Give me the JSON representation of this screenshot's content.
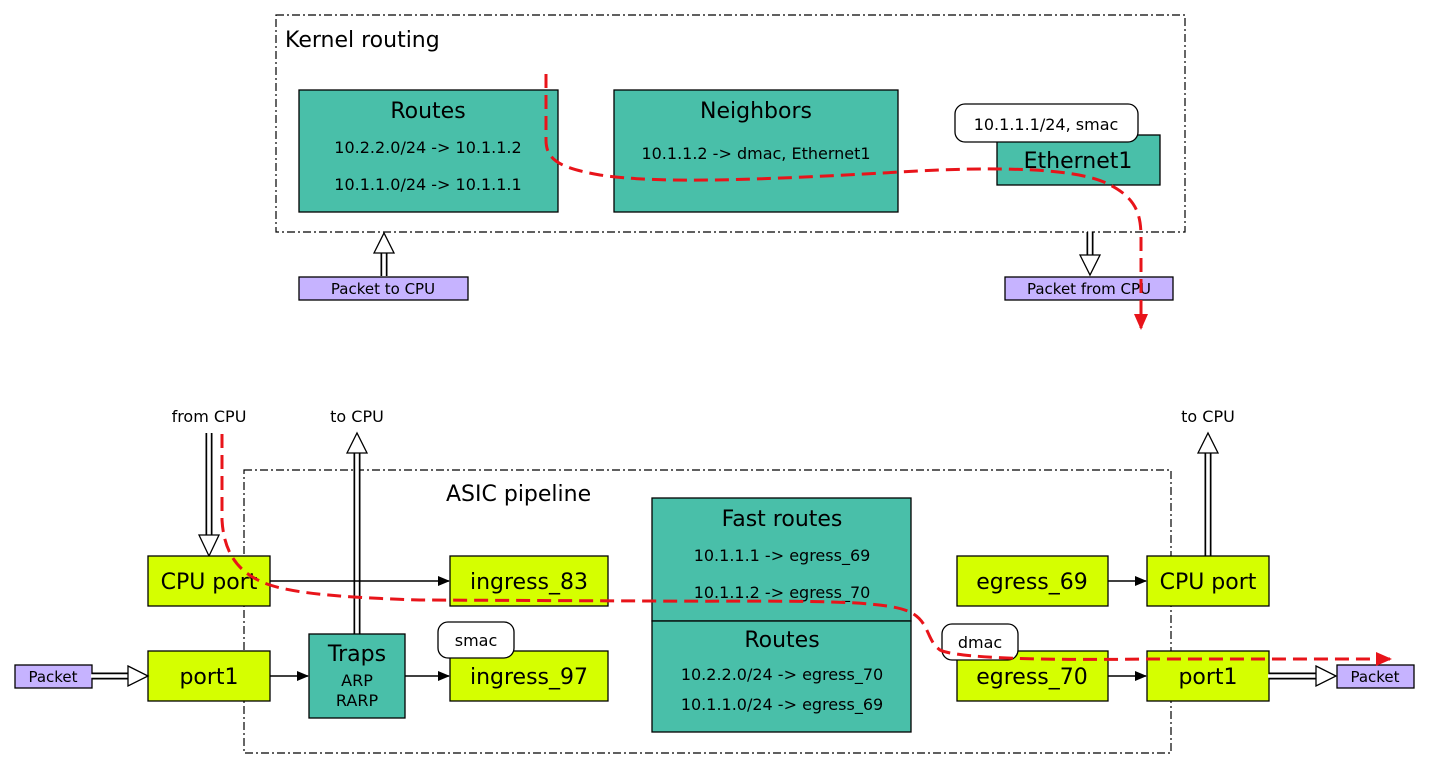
{
  "kernel": {
    "title": "Kernel routing",
    "routes": {
      "title": "Routes",
      "entries": [
        "10.2.2.0/24 -> 10.1.1.2",
        "10.1.1.0/24 -> 10.1.1.1"
      ]
    },
    "neighbors": {
      "title": "Neighbors",
      "entries": [
        "10.1.1.2 -> dmac, Ethernet1"
      ]
    },
    "ethernet": {
      "label": "Ethernet1",
      "bubble": "10.1.1.1/24, smac"
    }
  },
  "kernel_io": {
    "to_cpu": "Packet to CPU",
    "from_cpu": "Packet from CPU"
  },
  "asic": {
    "title": "ASIC pipeline",
    "from_cpu": "from CPU",
    "to_cpu_left": "to CPU",
    "to_cpu_right": "to CPU",
    "cpu_port_left": "CPU port",
    "port1_left": "port1",
    "traps": {
      "title": "Traps",
      "items": [
        "ARP",
        "RARP"
      ]
    },
    "ingress_83": "ingress_83",
    "ingress_97": "ingress_97",
    "smac_bubble": "smac",
    "fast_routes": {
      "title": "Fast routes",
      "entries": [
        "10.1.1.1 -> egress_69",
        "10.1.1.2 -> egress_70"
      ]
    },
    "routes": {
      "title": "Routes",
      "entries": [
        "10.2.2.0/24 -> egress_70",
        "10.1.1.0/24 -> egress_69"
      ]
    },
    "egress_69": "egress_69",
    "egress_70": "egress_70",
    "dmac_bubble": "dmac",
    "cpu_port_right": "CPU port",
    "port1_right": "port1",
    "packet_in": "Packet",
    "packet_out": "Packet"
  },
  "colors": {
    "table_fill": "#49bfa9",
    "port_fill": "#d5ff00",
    "packet_fill": "#c6b3ff",
    "path_red": "#e8141a"
  }
}
